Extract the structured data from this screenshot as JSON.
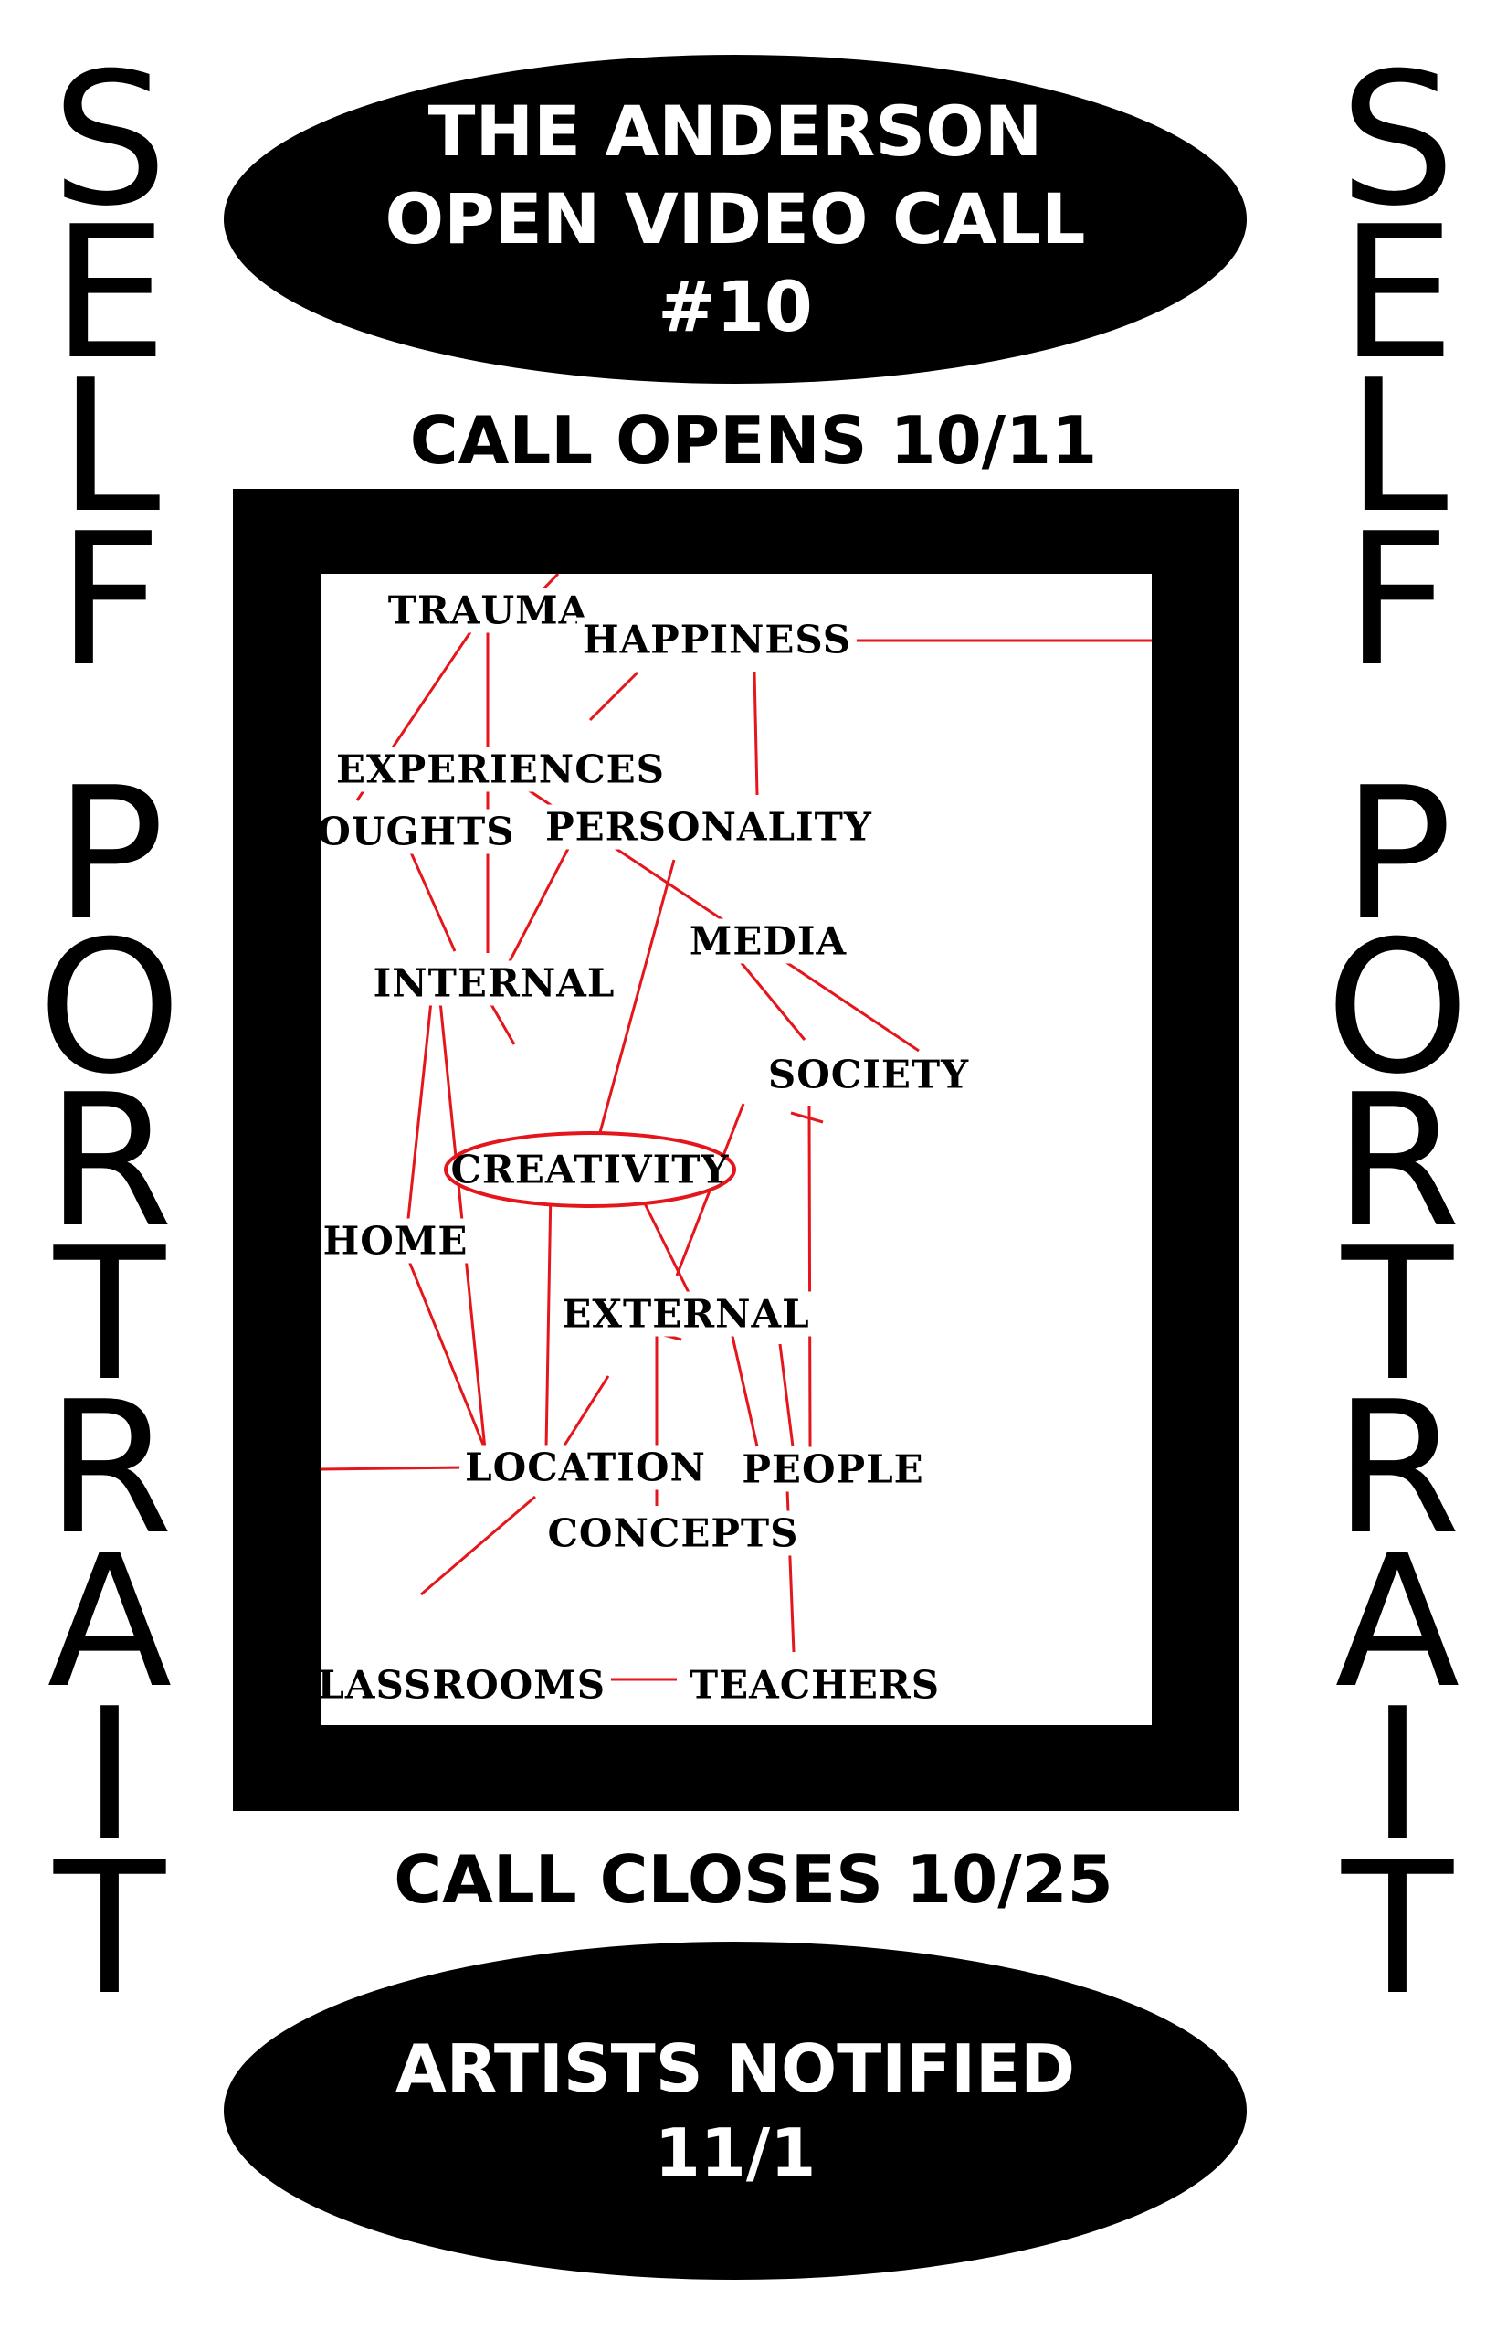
{
  "side_text": {
    "first_word": [
      "S",
      "E",
      "L",
      "F"
    ],
    "second_word": [
      "P",
      "O",
      "R",
      "T",
      "R",
      "A",
      "I",
      "T"
    ]
  },
  "header": {
    "lines": [
      "THE ANDERSON",
      "OPEN VIDEO CALL",
      "#10"
    ]
  },
  "call_opens": "CALL OPENS 10/11",
  "call_closes": "CALL CLOSES 10/25",
  "footer": {
    "lines": [
      "ARTISTS NOTIFIED",
      "11/1"
    ]
  },
  "mind_map": {
    "central": "CREATIVITY",
    "nodes": {
      "trauma": "TRAUMA",
      "happiness": "HAPPINESS",
      "experiences": "EXPERIENCES",
      "thoughts": "THOUGHTS",
      "personality": "PERSONALITY",
      "media": "MEDIA",
      "internal": "INTERNAL",
      "society": "SOCIETY",
      "creativity": "CREATIVITY",
      "home": "HOME",
      "external": "EXTERNAL",
      "location": "LOCATION",
      "people": "PEOPLE",
      "concepts": "CONCEPTS",
      "classrooms": "CLASSROOMS",
      "teachers": "TEACHERS"
    },
    "line_color": "#e5161b",
    "text_color": "#000000"
  },
  "colors": {
    "background": "#ffffff",
    "ink": "#000000",
    "accent": "#e5161b"
  }
}
